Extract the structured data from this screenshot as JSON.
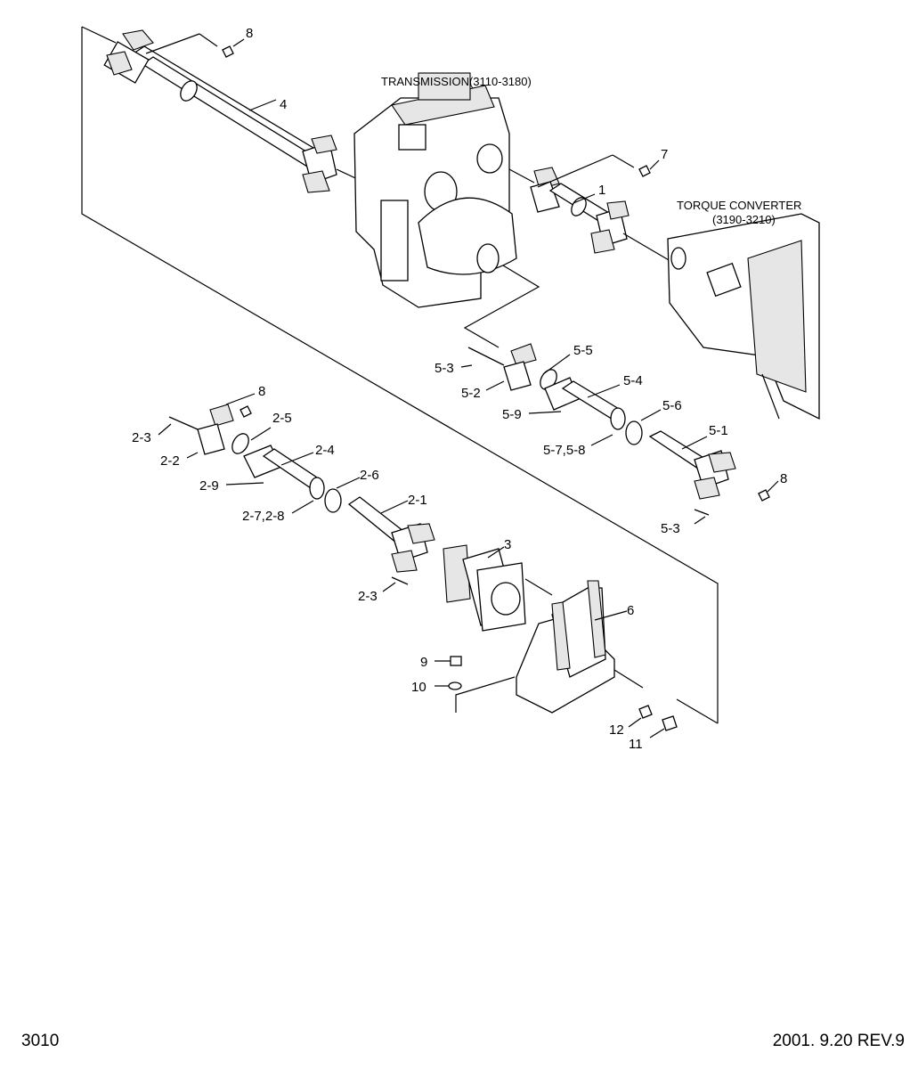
{
  "assembly_titles": {
    "transmission": "TRANSMISSION(3110-3180)",
    "torque_converter_line1": "TORQUE CONVERTER",
    "torque_converter_line2": "(3190-3210)"
  },
  "callouts": {
    "c8_top": "8",
    "c4": "4",
    "c7": "7",
    "c1": "1",
    "c5_3a": "5-3",
    "c5_5": "5-5",
    "c5_2": "5-2",
    "c5_4": "5-4",
    "c5_9": "5-9",
    "c5_6": "5-6",
    "c5_7_8": "5-7,5-8",
    "c5_1": "5-1",
    "c8_right": "8",
    "c5_3b": "5-3",
    "c8_mid": "8",
    "c2_3a": "2-3",
    "c2_5": "2-5",
    "c2_2": "2-2",
    "c2_4": "2-4",
    "c2_9": "2-9",
    "c2_6": "2-6",
    "c2_7_8": "2-7,2-8",
    "c2_1": "2-1",
    "c2_3b": "2-3",
    "c3": "3",
    "c6": "6",
    "c9": "9",
    "c10": "10",
    "c12": "12",
    "c11": "11"
  },
  "footer": {
    "page_number": "3010",
    "revision": "2001. 9.20  REV.9"
  }
}
